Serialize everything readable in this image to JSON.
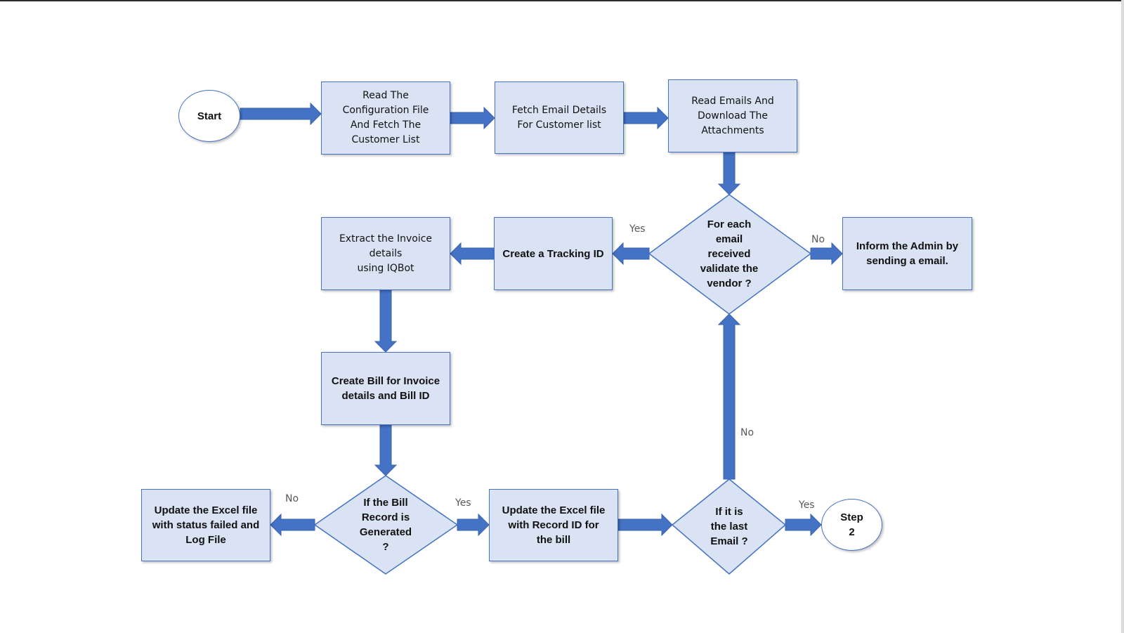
{
  "colors": {
    "box_fill": "#dae3f3",
    "border": "#4472c4",
    "arrow": "#4472c4",
    "oval_fill": "#ffffff",
    "label_text": "#595959"
  },
  "nodes": {
    "start": "Start",
    "read_config": "Read The\nConfiguration File\nAnd Fetch The\nCustomer List",
    "fetch_email": "Fetch Email Details\nFor Customer list",
    "read_emails": "Read Emails And\nDownload The\nAttachments",
    "validate_vendor": "For each\nemail\nreceived\nvalidate the\nvendor ?",
    "inform_admin": "Inform the Admin by\nsending a email.",
    "tracking_id": "Create a Tracking ID",
    "extract_invoice": "Extract the Invoice\ndetails\nusing IQBot",
    "create_bill": "Create Bill for Invoice\ndetails and Bill ID",
    "bill_generated": "If the Bill\nRecord is\nGenerated\n?",
    "update_failed": "Update the Excel file\nwith status failed and\nLog File",
    "update_record": "Update the Excel file\nwith Record ID for\nthe bill",
    "last_email": "If it is\nthe last\nEmail ?",
    "step2": "Step\n2"
  },
  "edge_labels": {
    "validate_yes": "Yes",
    "validate_no": "No",
    "last_no": "No",
    "last_yes": "Yes",
    "bill_no": "No",
    "bill_yes": "Yes"
  }
}
